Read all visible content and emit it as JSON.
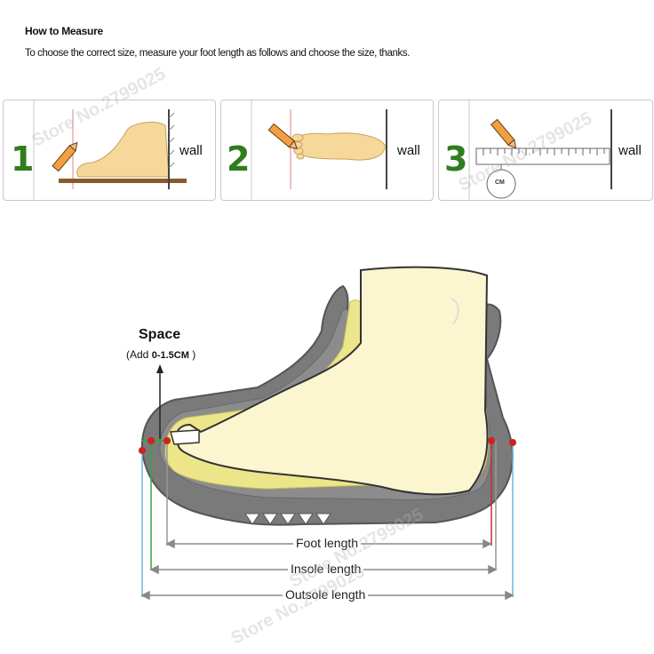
{
  "header": {
    "title": "How to Measure",
    "subtitle": "To choose the correct size, measure your foot length as follows and choose the size, thanks."
  },
  "steps": [
    {
      "number": "1",
      "wall_label": "wall"
    },
    {
      "number": "2",
      "wall_label": "wall"
    },
    {
      "number": "3",
      "wall_label": "wall",
      "ruler_unit": "CM"
    }
  ],
  "shoe_diagram": {
    "space_title": "Space",
    "space_sub_prefix": "(Add",
    "space_sub_value": "0-1.5CM",
    "space_sub_suffix": ")",
    "foot_length_label": "Foot length",
    "insole_length_label": "Insole length",
    "outsole_length_label": "Outsole length"
  },
  "watermarks": [
    "Store No.2799025",
    "Store No.2799025",
    "Store No.2799025",
    "Store No.2799025"
  ],
  "colors": {
    "step_number": "#2f7d1e",
    "shoe_gray": "#7d7d7d",
    "foot_fill": "#fbf6cf",
    "insole_yellow": "#ece58a",
    "pencil_orange": "#f0a040",
    "marker_red": "#d02020",
    "insole_line": "#2faa3a",
    "outsole_line": "#6ab8d8"
  }
}
